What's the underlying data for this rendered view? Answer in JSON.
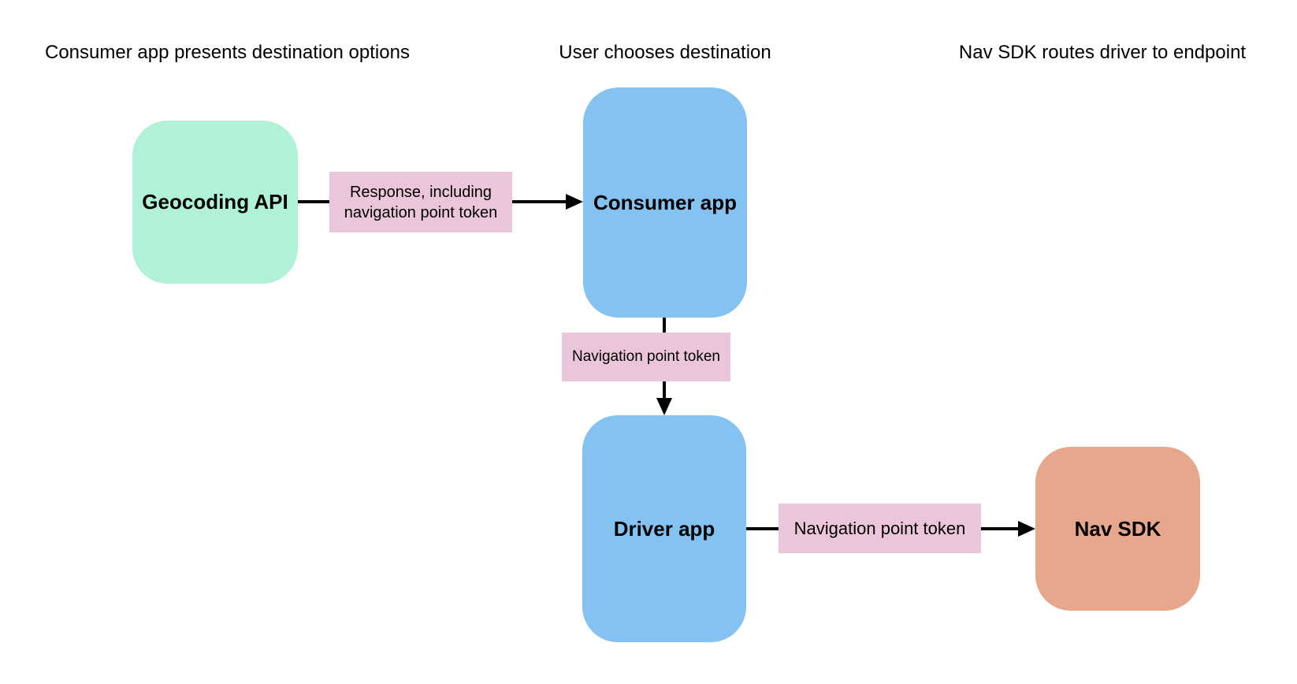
{
  "headers": {
    "col1": "Consumer app presents destination options",
    "col2": "User chooses destination",
    "col3": "Nav SDK routes driver to endpoint"
  },
  "nodes": {
    "geocoding": {
      "label": "Geocoding API",
      "color": "#b0f1d7"
    },
    "consumer": {
      "label": "Consumer app",
      "color": "#84c2f1"
    },
    "driver": {
      "label": "Driver app",
      "color": "#84c2f1"
    },
    "navsdk": {
      "label": "Nav SDK",
      "color": "#e7a78c"
    }
  },
  "edges": {
    "geocoding_to_consumer": {
      "label": "Response, including navigation point token",
      "color": "#ebc6db"
    },
    "consumer_to_driver": {
      "label": "Navigation point token",
      "color": "#ebc6db"
    },
    "driver_to_navsdk": {
      "label": "Navigation point token",
      "color": "#ebc6db"
    }
  },
  "colors": {
    "background": "#ffffff",
    "arrow": "#000000",
    "text": "#000000"
  }
}
